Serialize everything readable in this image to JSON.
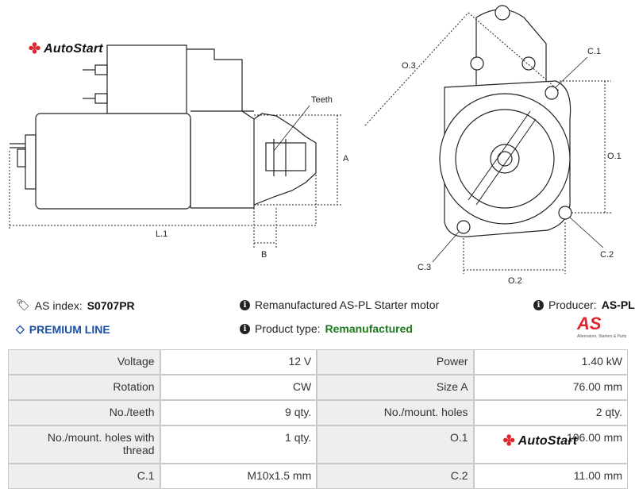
{
  "brand": {
    "name": "AutoStart",
    "mark": "✤"
  },
  "drawing_labels": {
    "teeth": "Teeth",
    "a": "A",
    "b": "B",
    "l1": "L.1",
    "o3": "O.3",
    "o1": "O.1",
    "o2": "O.2",
    "c1": "C.1",
    "c2": "C.2",
    "c3": "C.3"
  },
  "info": {
    "as_index_label": "AS index:",
    "as_index_value": "S0707PR",
    "description": "Remanufactured AS-PL Starter motor",
    "producer_label": "Producer:",
    "producer_value": "AS-PL",
    "premium": "PREMIUM LINE",
    "product_type_label": "Product type:",
    "product_type_value": "Remanufactured"
  },
  "asl_logo": {
    "text": "AS",
    "tagline": "Alternators, Starters & Parts"
  },
  "specs": [
    {
      "l1": "Voltage",
      "v1": "12 V",
      "l2": "Power",
      "v2": "1.40 kW"
    },
    {
      "l1": "Rotation",
      "v1": "CW",
      "l2": "Size A",
      "v2": "76.00 mm"
    },
    {
      "l1": "No./teeth",
      "v1": "9 qty.",
      "l2": "No./mount. holes",
      "v2": "2 qty."
    },
    {
      "l1": "No./mount. holes with thread",
      "v1": "1 qty.",
      "l2": "O.1",
      "v2": "106.00 mm"
    },
    {
      "l1": "C.1",
      "v1": "M10x1.5 mm",
      "l2": "C.2",
      "v2": "11.00 mm"
    }
  ]
}
